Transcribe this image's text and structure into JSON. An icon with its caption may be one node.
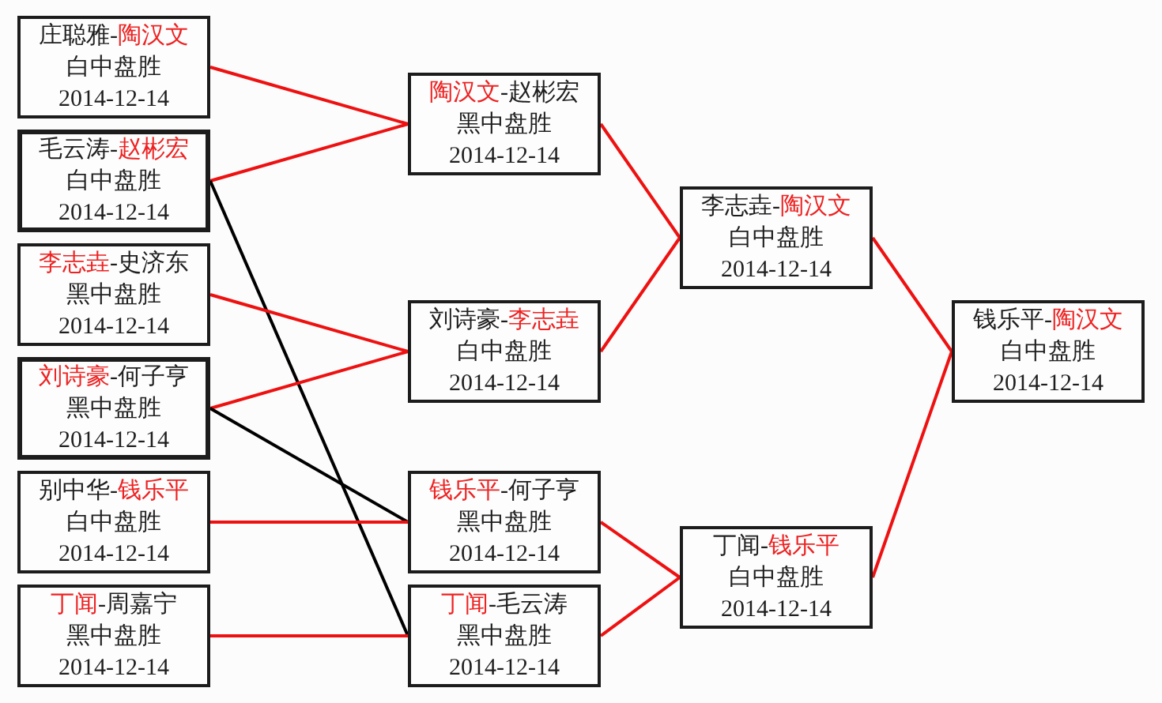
{
  "diagram": {
    "nodes": [
      {
        "text": [
          "庄聪雅-陶汉文",
          "白中盘胜",
          "2014-12-14"
        ]
      },
      {
        "text": [
          "毛云涛-赵彬宏",
          "白中盘胜",
          "2014-12-14"
        ]
      },
      {
        "text": [
          "李志垚-史济东",
          "黑中盘胜",
          "2014-12-14"
        ]
      },
      {
        "text": [
          "刘诗豪-何子亨",
          "黑中盘胜",
          "2014-12-14"
        ]
      },
      {
        "text": [
          "别中华-钱乐平",
          "白中盘胜",
          "2014-12-14"
        ]
      },
      {
        "text": [
          "丁闻-周嘉宁",
          "黑中盘胜",
          "2014-12-14"
        ]
      },
      {
        "text": [
          "陶汉文-赵彬宏",
          "黑中盘胜",
          "2014-12-14"
        ]
      },
      {
        "text": [
          "刘诗豪-李志垚",
          "白中盘胜",
          "2014-12-14"
        ]
      },
      {
        "text": [
          "钱乐平-何子亨",
          "黑中盘胜",
          "2014-12-14"
        ]
      },
      {
        "text": [
          "丁闻-毛云涛",
          "黑中盘胜",
          "2014-12-14"
        ]
      },
      {
        "text": [
          "李志垚-陶汉文",
          "白中盘胜",
          "2014-12-14"
        ]
      },
      {
        "text": [
          "丁闻-钱乐平",
          "白中盘胜",
          "2014-12-14"
        ]
      },
      {
        "text": [
          "钱乐平-陶汉文",
          "白中盘胜",
          "2014-12-14"
        ]
      }
    ],
    "edges": [
      {
        "from": 0,
        "to": 6,
        "arrow": "none"
      },
      {
        "from": 1,
        "to": 6,
        "arrow": "none"
      },
      {
        "from": 1,
        "to": 9,
        "arrow": "none",
        "color": "#000000"
      },
      {
        "from": 2,
        "to": 7,
        "arrow": "none"
      },
      {
        "from": 3,
        "to": 7,
        "arrow": "none"
      },
      {
        "from": 3,
        "to": 8,
        "arrow": "none",
        "color": "#000000"
      },
      {
        "from": 4,
        "to": 8,
        "arrow": "none"
      },
      {
        "from": 5,
        "to": 9,
        "arrow": "none"
      },
      {
        "from": 6,
        "to": 10,
        "arrow": "none"
      },
      {
        "from": 7,
        "to": 10,
        "arrow": "none"
      },
      {
        "from": 8,
        "to": 11,
        "arrow": "none"
      },
      {
        "from": 9,
        "to": 11,
        "arrow": "none"
      },
      {
        "from": 10,
        "to": 12,
        "arrow": "none"
      },
      {
        "from": 11,
        "to": 12,
        "arrow": "none"
      }
    ]
  }
}
